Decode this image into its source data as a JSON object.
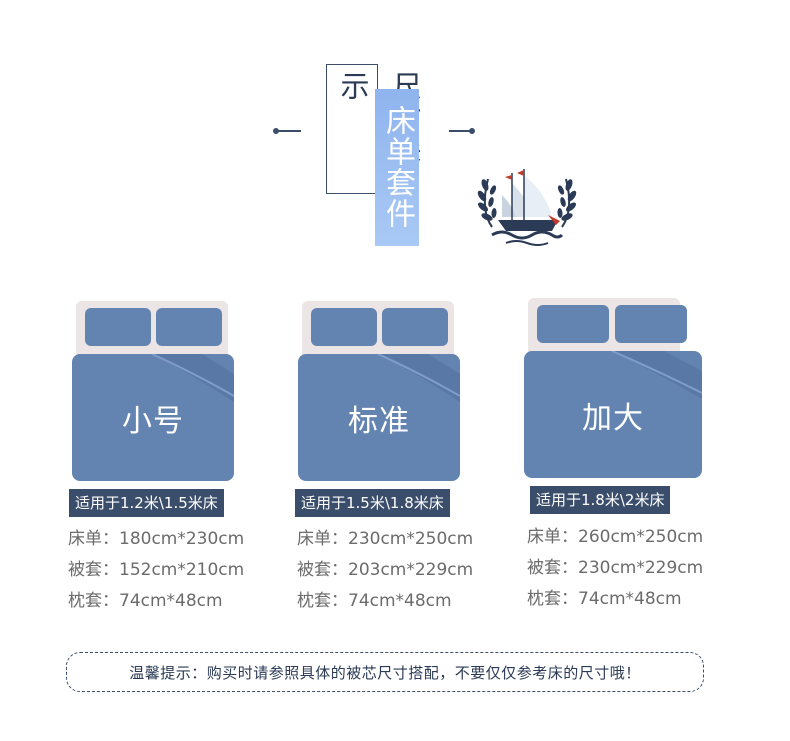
{
  "header": {
    "title_main": "尺寸展示",
    "title_sub": "床单套件"
  },
  "beds": [
    {
      "size_label": "小号",
      "fit_text": "适用于1.2米\\1.5米床",
      "specs": [
        "床单：180cm*230cm",
        "被套：152cm*210cm",
        "枕套：74cm*48cm"
      ]
    },
    {
      "size_label": "标准",
      "fit_text": "适用于1.5米\\1.8米床",
      "specs": [
        "床单：230cm*250cm",
        "被套：203cm*229cm",
        "枕套：74cm*48cm"
      ]
    },
    {
      "size_label": "加大",
      "fit_text": "适用于1.8米\\2米床",
      "specs": [
        "床单：260cm*250cm",
        "被套：230cm*229cm",
        "枕套：74cm*48cm"
      ]
    }
  ],
  "notice": "温馨提示：购买时请参照具体的被芯尺寸搭配，不要仅仅参考床的尺寸哦！",
  "colors": {
    "accent_navy": "#3a4e6b",
    "bed_blue": "#6383b0",
    "headboard": "#ece5e5",
    "title_gradient": "#8fb4ee"
  },
  "icons": [
    "sailing-ship-laurel-icon"
  ]
}
